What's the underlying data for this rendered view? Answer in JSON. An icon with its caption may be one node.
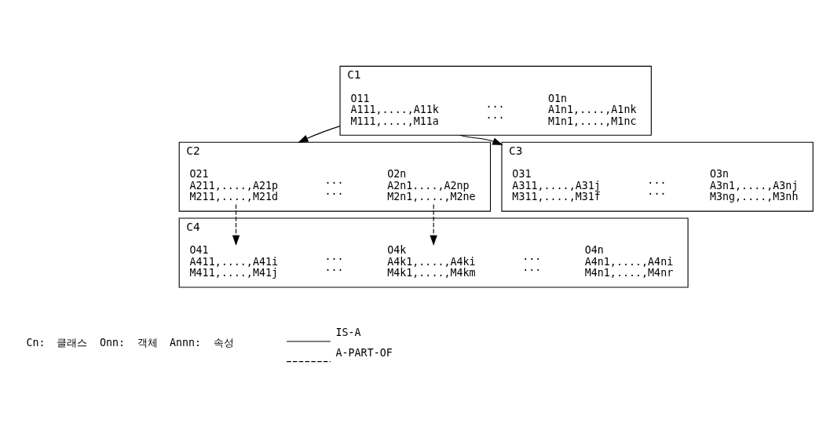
{
  "diagram": {
    "nodes": [
      {
        "text": [
          "C1"
        ]
      },
      {
        "text": [
          "O11",
          "A111,....,A11k",
          "M111,....,M11a"
        ],
        "in": 0
      },
      {
        "text": [
          "...",
          "..."
        ],
        "in": 0
      },
      {
        "text": [
          "O1n",
          "A1n1,....,A1nk",
          "M1n1,....,M1nc"
        ],
        "in": 0
      },
      {
        "text": [
          "C2"
        ]
      },
      {
        "text": [
          "O21",
          "A211,....,A21p",
          "M211,....,M21d"
        ],
        "in": 4
      },
      {
        "text": [
          "...",
          "..."
        ],
        "in": 4
      },
      {
        "text": [
          "O2n",
          "A2n1....,A2np",
          "M2n1,....,M2ne"
        ],
        "in": 4
      },
      {
        "text": [
          "C3"
        ]
      },
      {
        "text": [
          "O31",
          "A311,....,A31j",
          "M311,....,M31f"
        ],
        "in": 8
      },
      {
        "text": [
          "...",
          "..."
        ],
        "in": 8
      },
      {
        "text": [
          "O3n",
          "A3n1,....,A3nj",
          "M3ng,....,M3nh"
        ],
        "in": 8
      },
      {
        "text": [
          "C4"
        ]
      },
      {
        "text": [
          "O41",
          "A411,....,A41i",
          "M411,....,M41j"
        ],
        "in": 12
      },
      {
        "text": [
          "...",
          "..."
        ],
        "in": 12
      },
      {
        "text": [
          "O4k",
          "A4k1,....,A4ki",
          "M4k1,....,M4km"
        ],
        "in": 12
      },
      {
        "text": [
          "...",
          "..."
        ],
        "in": 12
      },
      {
        "text": [
          "O4n",
          "A4n1,....,A4ni",
          "M4n1,....,M4nr"
        ],
        "in": 12
      }
    ],
    "edges": [
      {
        "from": 0,
        "to": 4,
        "arrow": "to"
      },
      {
        "from": 0,
        "to": 8,
        "arrow": "to"
      },
      {
        "from": 5,
        "to": 13,
        "arrow": "to",
        "style": "dashed"
      },
      {
        "from": 7,
        "to": 15,
        "arrow": "to",
        "style": "dashed"
      }
    ],
    "labels": [
      "Cn:",
      "클래스",
      "Onn:",
      "객체",
      "Annn:",
      "속성"
    ],
    "legend": [
      {
        "text": "IS-A"
      },
      {
        "text": "A-PART-OF"
      }
    ]
  }
}
